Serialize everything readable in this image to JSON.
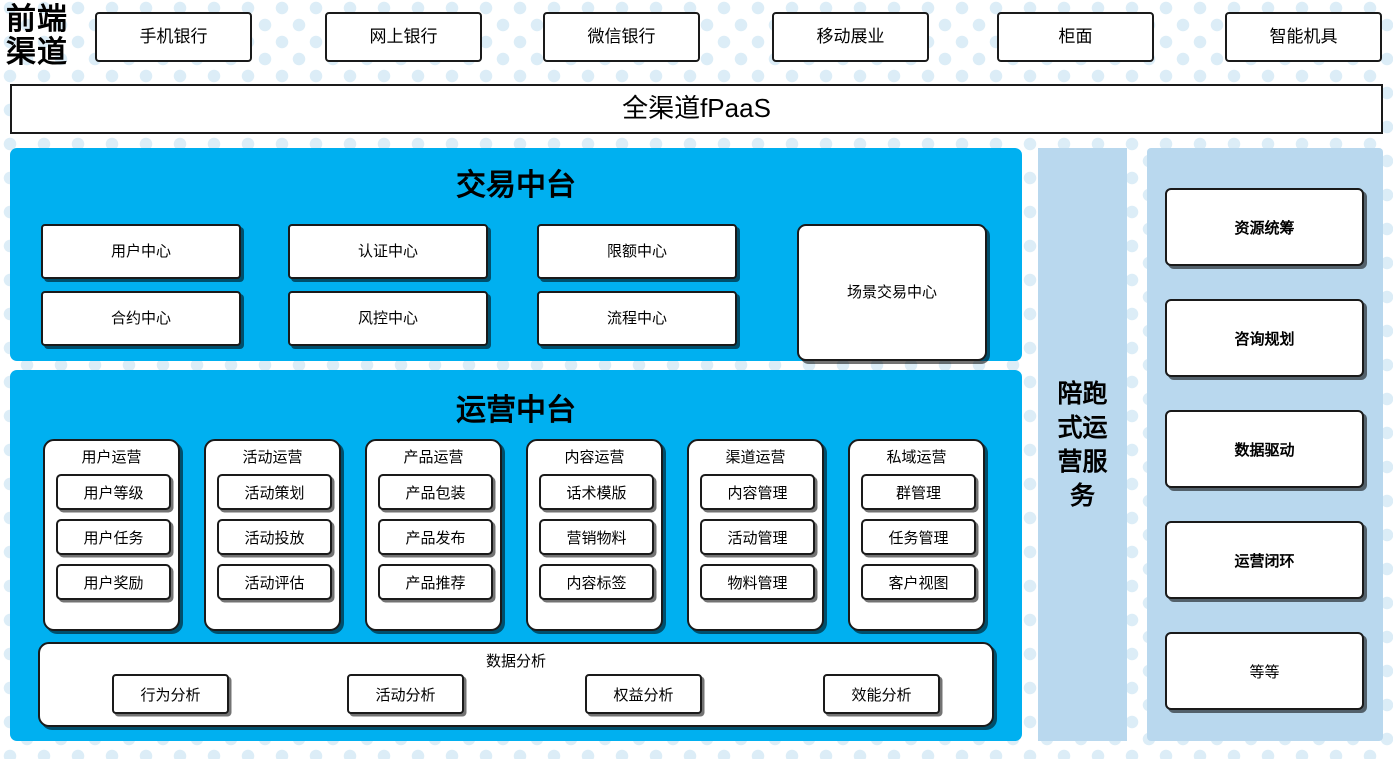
{
  "frontend": {
    "label": "前端\n渠道",
    "channels": [
      {
        "label": "手机银行"
      },
      {
        "label": "网上银行"
      },
      {
        "label": "微信银行"
      },
      {
        "label": "移动展业"
      },
      {
        "label": "柜面"
      },
      {
        "label": "智能机具"
      }
    ]
  },
  "fpaas": {
    "label": "全渠道fPaaS"
  },
  "trade_center": {
    "title": "交易中台",
    "cells": [
      {
        "label": "用户中心"
      },
      {
        "label": "认证中心"
      },
      {
        "label": "限额中心"
      },
      {
        "label": "合约中心"
      },
      {
        "label": "风控中心"
      },
      {
        "label": "流程中心"
      }
    ],
    "scene": {
      "label": "场景交易中心"
    }
  },
  "ops_center": {
    "title": "运营中台",
    "groups": [
      {
        "title": "用户运营",
        "items": [
          "用户等级",
          "用户任务",
          "用户奖励"
        ]
      },
      {
        "title": "活动运营",
        "items": [
          "活动策划",
          "活动投放",
          "活动评估"
        ]
      },
      {
        "title": "产品运营",
        "items": [
          "产品包装",
          "产品发布",
          "产品推荐"
        ]
      },
      {
        "title": "内容运营",
        "items": [
          "话术模版",
          "营销物料",
          "内容标签"
        ]
      },
      {
        "title": "渠道运营",
        "items": [
          "内容管理",
          "活动管理",
          "物料管理"
        ]
      },
      {
        "title": "私域运营",
        "items": [
          "群管理",
          "任务管理",
          "客户视图"
        ]
      }
    ],
    "analysis": {
      "title": "数据分析",
      "items": [
        "行为分析",
        "活动分析",
        "权益分析",
        "效能分析"
      ]
    }
  },
  "service_column": {
    "label": "陪跑\n式运\n营服\n务"
  },
  "capabilities": {
    "cards": [
      {
        "label": "资源统筹",
        "bold": true
      },
      {
        "label": "咨询规划",
        "bold": true
      },
      {
        "label": "数据驱动",
        "bold": true
      },
      {
        "label": "运营闭环",
        "bold": true
      },
      {
        "label": "等等",
        "bold": false
      }
    ]
  },
  "colors": {
    "cyan_panel": "#00b0f0",
    "light_blue_panel": "#b9d8ee",
    "dot_pattern": "#dcedf7",
    "outline": "#1a1a1a",
    "card_bg": "#ffffff"
  }
}
